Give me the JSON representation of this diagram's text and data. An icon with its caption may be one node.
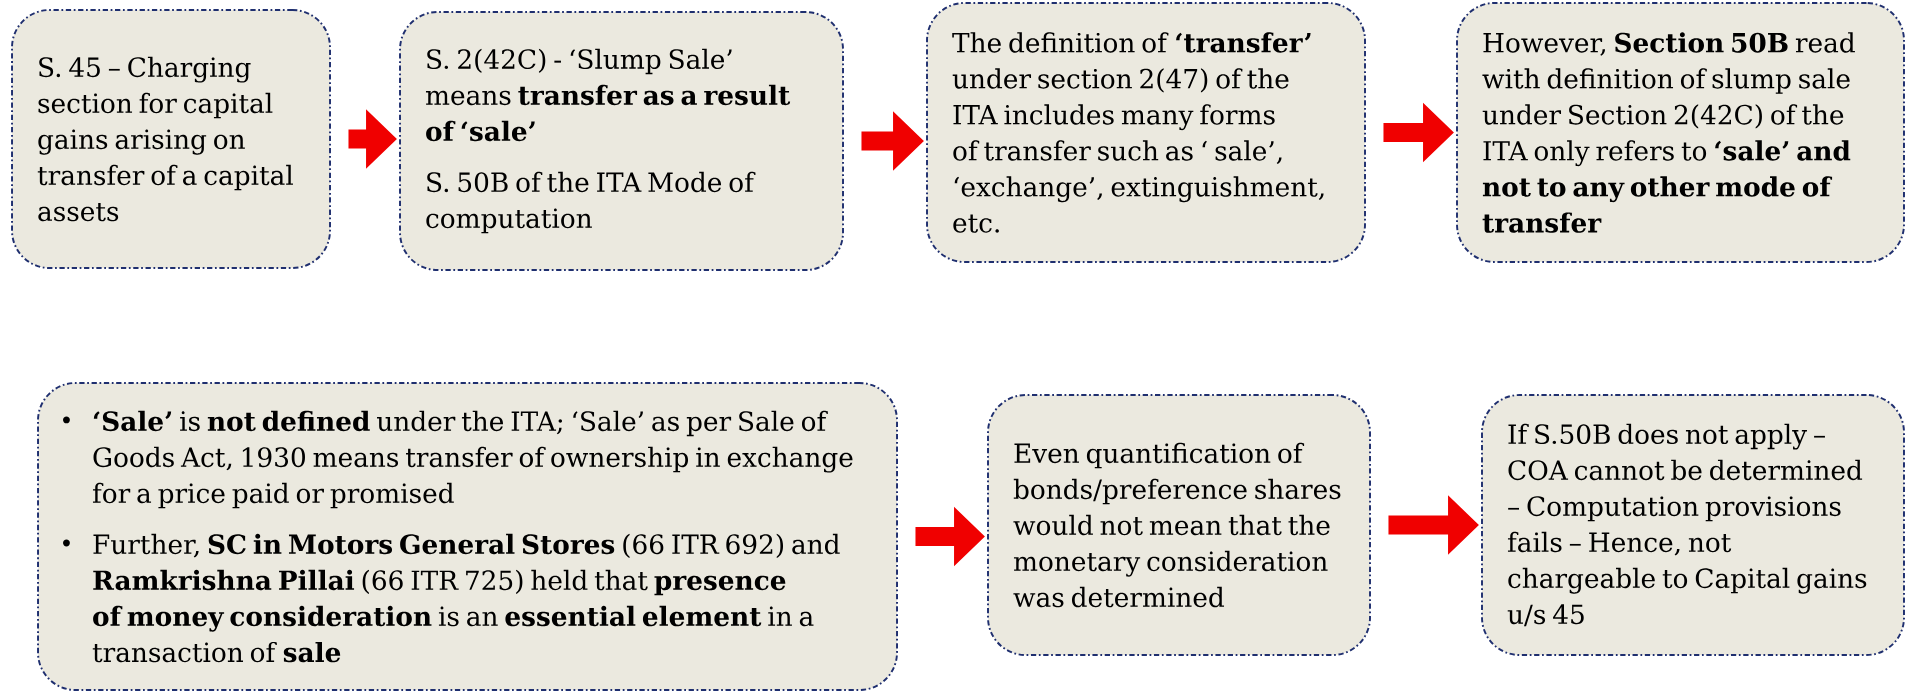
{
  "diagram": {
    "nodes": [
      {
        "text": [
          "S. 45 – Charging section for capital gains arising on transfer of a capital assets"
        ]
      },
      {
        "text": [
          "S. 2(42C) - ‘Slump Sale’ means **transfer as a result of ‘sale’**",
          "S. 50B of the ITA Mode of computation"
        ]
      },
      {
        "text": [
          "The definition of **‘transfer’** under section 2(47) of the ITA includes many forms of transfer such as ‘ sale’, ‘exchange’, extinguishment, etc."
        ]
      },
      {
        "text": [
          "However, **Section 50B** read with definition of slump sale under Section 2(42C) of the ITA only refers to **‘sale’ and not to any other mode of transfer**"
        ]
      },
      {
        "text": [
          "**‘Sale’** is **not defined** under the ITA; ‘Sale’ as per Sale of Goods Act, 1930 means transfer of ownership in exchange for a price paid or promised",
          "Further, **SC in Motors General Stores** (66 ITR 692) and **Ramkrishna Pillai** (66 ITR 725) held that **presence of money consideration** is an **essential element** in a transaction of **sale**"
        ]
      },
      {
        "text": [
          "Even quantification of bonds/preference shares would not mean that the monetary consideration was determined"
        ]
      },
      {
        "text": [
          "If S.50B does not apply – COA cannot be determined – Computation provisions fails – Hence, not chargeable to Capital gains u/s 45"
        ]
      }
    ],
    "edges": [
      {
        "from": 0,
        "to": 1,
        "arrow": "to"
      },
      {
        "from": 1,
        "to": 2,
        "arrow": "to"
      },
      {
        "from": 2,
        "to": 3,
        "arrow": "to"
      },
      {
        "from": 4,
        "to": 5,
        "arrow": "to"
      },
      {
        "from": 5,
        "to": 6,
        "arrow": "to"
      }
    ]
  }
}
